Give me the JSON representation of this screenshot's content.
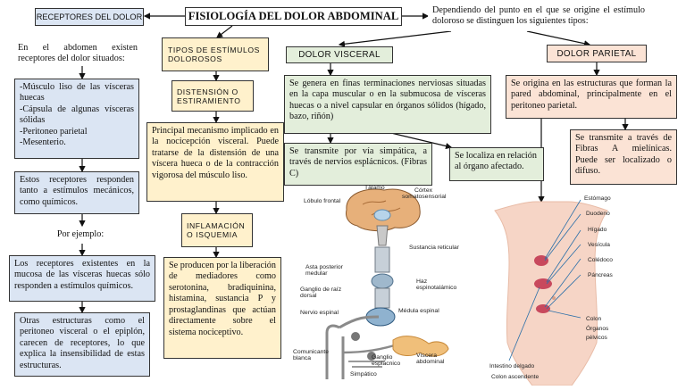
{
  "title": "FISIOLOGÍA DEL DOLOR ABDOMINAL",
  "intro_text": "Dependiendo del punto en el que se origine el estímulo doloroso se distinguen los siguientes tipos:",
  "left": {
    "header": "RECEPTORES DEL DOLOR",
    "intro": "En el abdomen existen receptores del dolor situados:",
    "locations": [
      "-Músculo liso de las vísceras huecas",
      "-Cápsula de algunas vísceras sólidas",
      "-Peritoneo parietal",
      "-Mesenterio."
    ],
    "response": "Estos receptores responden tanto a estímulos mecánicos, como químicos.",
    "example_label": "Por ejemplo:",
    "example": "Los receptores existentes en la mucosa de las vísceras huecas sólo responden a estímulos químicos.",
    "other": "Otras estructuras como el peritoneo visceral o el epiplón, carecen de receptores, lo que explica la insensibilidad de estas estructuras."
  },
  "middle": {
    "header": "TIPOS DE ESTÍMULOS DOLOROSOS",
    "distension_header": "DISTENSIÓN O ESTIRAMIENTO",
    "distension_text": "Principal mecanismo implicado en la nocicepción visceral. Puede tratarse de la distensión de una víscera hueca o de la contracción vigorosa del músculo liso.",
    "inflammation_header": "INFLAMACIÓN O ISQUEMIA",
    "inflammation_text": "Se producen por la liberación de mediadores como serotonina, bradiquinina, histamina, sustancia P y prostaglandinas que actúan directamente sobre el sistema nociceptivo."
  },
  "visceral": {
    "header": "DOLOR VISCERAL",
    "origin": "Se genera en finas terminaciones nerviosas situadas en la capa muscular o en la submucosa de vísceras huecas o a nivel capsular en órganos sólidos (hígado, bazo, riñón)",
    "transmission": "Se transmite por vía simpática, a través de nervios esplácnicos. (Fibras C)",
    "localization": "Se localiza en relación al órgano afectado.",
    "diagram_labels": {
      "talamo": "Tálamo",
      "corteza": "Córtex somatosensorial",
      "lobulo": "Lóbulo frontal",
      "reticular": "Sustancia reticular",
      "asta": "Asta posterior medular",
      "haz": "Haz espinotalámico",
      "ganglio_raiz": "Ganglio de raíz dorsal",
      "nervio": "Nervio espinal",
      "medula": "Médula espinal",
      "comunicante": "Comunicante blanca",
      "ganglio_esp": "Ganglio esplácnico",
      "simpatico": "Simpático",
      "viscera": "Víscera abdominal"
    }
  },
  "parietal": {
    "header": "DOLOR PARIETAL",
    "origin": "Se origina en las estructuras que forman la pared abdominal, principalmente en el peritoneo parietal.",
    "transmission": "Se transmite a través de Fibras A mielínicas. Puede ser localizado o difuso.",
    "figure_labels": {
      "upper": [
        "Estómago",
        "Duodeno",
        "Hígado",
        "Vesícula",
        "Colédoco",
        "Páncreas"
      ],
      "colon": [
        "Colon",
        "Órganos",
        "pélvicos"
      ],
      "intestino": [
        "Intestino delgado",
        "Colon ascendente"
      ]
    }
  },
  "colors": {
    "blue_box": "#dbe5f3",
    "yellow_box": "#fff1cc",
    "green_box": "#e3eedb",
    "salmon_box": "#fbe3d5",
    "lesion": "#c0304a"
  }
}
